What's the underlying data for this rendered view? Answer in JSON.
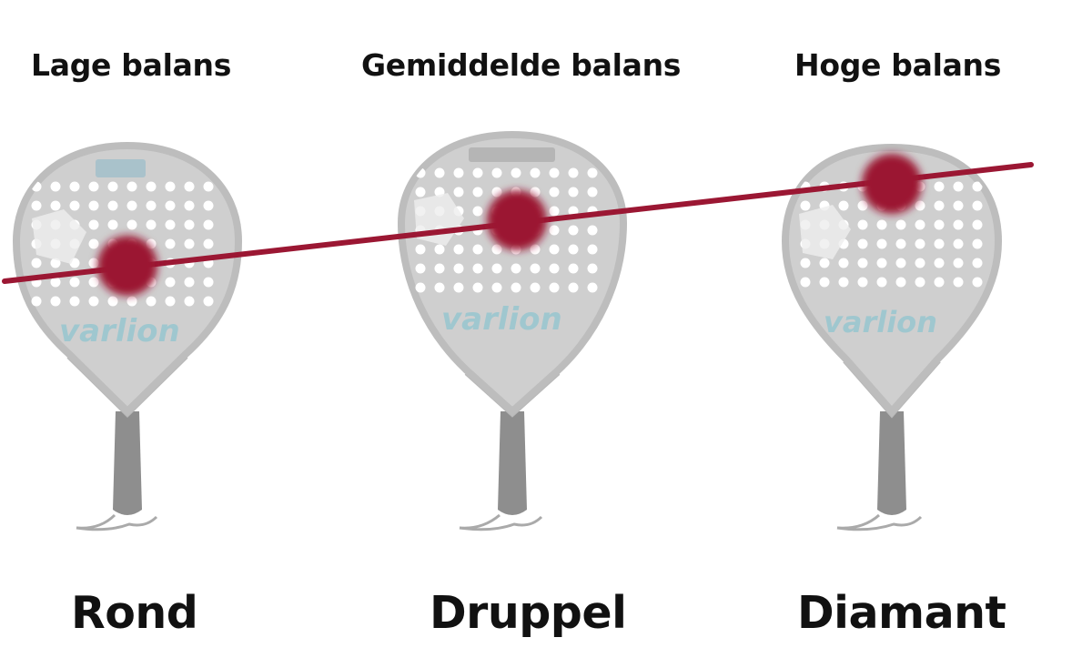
{
  "balances": [
    {
      "label": "Lage balans",
      "shape": "Rond",
      "shape_type": "round"
    },
    {
      "label": "Gemiddelde balans",
      "shape": "Druppel",
      "shape_type": "teardrop"
    },
    {
      "label": "Hoge balans",
      "shape": "Diamant",
      "shape_type": "diamond"
    }
  ],
  "brand_text": "varlion",
  "colors": {
    "balance_marker": "#9b1733",
    "balance_line": "#9b1733",
    "racket_frame": "#c9c9c9",
    "racket_face": "#d8d8d8",
    "brand": "#9fc7cf",
    "text": "#111111"
  }
}
